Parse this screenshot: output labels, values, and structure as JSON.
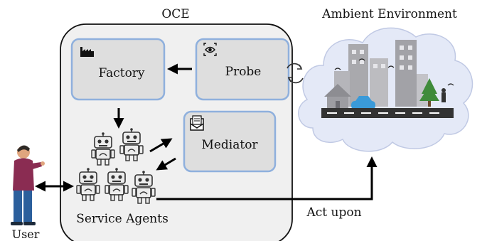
{
  "oce": {
    "title": "OCE",
    "factory_label": "Factory",
    "probe_label": "Probe",
    "mediator_label": "Mediator",
    "agents_label": "Service Agents"
  },
  "environment": {
    "title": "Ambient Environment"
  },
  "user": {
    "label": "User"
  },
  "act_label": "Act upon",
  "colors": {
    "oce_fill": "#f0f0f0",
    "component_fill": "#dedede",
    "component_border": "#8fb0dd",
    "cloud_fill": "#e4e9f7",
    "road": "#333333",
    "arrow": "#000000"
  },
  "icons": [
    "factory-icon",
    "eye-probe-icon",
    "envelope-icon",
    "robot-icon",
    "refresh-cycle-icon",
    "user-figure",
    "city-illustration"
  ]
}
